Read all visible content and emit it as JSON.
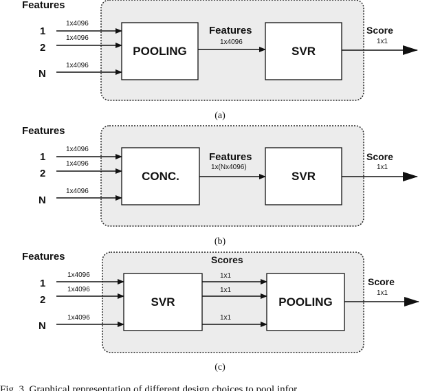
{
  "panels": [
    {
      "id": "a",
      "label": "(a)",
      "features_heading": "Features",
      "inputs": [
        "1",
        "2",
        "N"
      ],
      "input_dims": [
        "1x4096",
        "1x4096",
        "1x4096"
      ],
      "box1": "POOLING",
      "mid_heading": "Features",
      "mid_dim": "1x4096",
      "box2": "SVR",
      "out_heading": "Score",
      "out_dim": "1x1"
    },
    {
      "id": "b",
      "label": "(b)",
      "features_heading": "Features",
      "inputs": [
        "1",
        "2",
        "N"
      ],
      "input_dims": [
        "1x4096",
        "1x4096",
        "1x4096"
      ],
      "box1": "CONC.",
      "mid_heading": "Features",
      "mid_dim": "1x(Nx4096)",
      "box2": "SVR",
      "out_heading": "Score",
      "out_dim": "1x1"
    },
    {
      "id": "c",
      "label": "(c)",
      "features_heading": "Features",
      "inputs": [
        "1",
        "2",
        "N"
      ],
      "input_dims": [
        "1x4096",
        "1x4096",
        "1x4096"
      ],
      "box1": "SVR",
      "mid_heading": "Scores",
      "mid_dims": [
        "1x1",
        "1x1",
        "1x1"
      ],
      "box2": "POOLING",
      "out_heading": "Score",
      "out_dim": "1x1"
    }
  ],
  "caption": "Fig. 3.  Graphical representation of different design choices to pool infor"
}
